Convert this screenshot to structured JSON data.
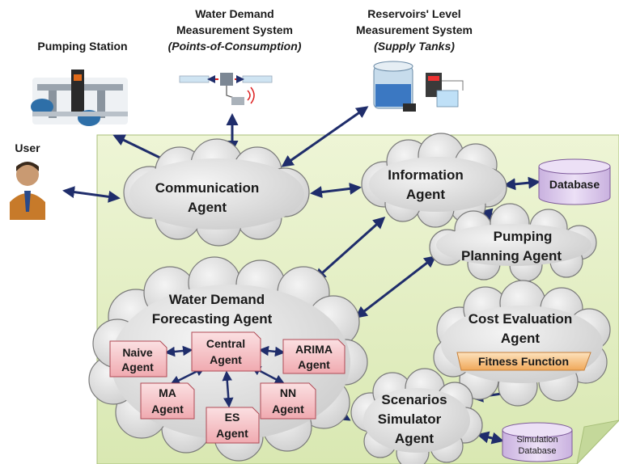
{
  "external": {
    "pumping_station": "Pumping Station",
    "water_demand_system": [
      "Water Demand",
      "Measurement System",
      "(Points-of-Consumption)"
    ],
    "reservoir_system": [
      "Reservoirs' Level",
      "Measurement System",
      "(Supply Tanks)"
    ],
    "user": "User"
  },
  "agents": {
    "communication": [
      "Communication",
      "Agent"
    ],
    "information": [
      "Information",
      "Agent"
    ],
    "database": "Database",
    "pumping_planning": [
      "Pumping",
      "Planning Agent"
    ],
    "forecasting": [
      "Water Demand",
      "Forecasting Agent"
    ],
    "cost_evaluation": [
      "Cost Evaluation",
      "Agent"
    ],
    "fitness_function": "Fitness Function",
    "scenarios_simulator": [
      "Scenarios",
      "Simulator",
      "Agent"
    ],
    "simulation_database": [
      "Simulation",
      "Database"
    ]
  },
  "sub_agents": {
    "naive": [
      "Naive",
      "Agent"
    ],
    "central": [
      "Central",
      "Agent"
    ],
    "arima": [
      "ARIMA",
      "Agent"
    ],
    "ma": [
      "MA",
      "Agent"
    ],
    "es": [
      "ES",
      "Agent"
    ],
    "nn": [
      "NN",
      "Agent"
    ]
  },
  "colors": {
    "panel": "#e6f0c8",
    "cloud": "#dcdcdc",
    "arrow": "#1f2d6b",
    "agent_box": "#f7c8cc",
    "database": "#dcc8ec",
    "fitness": "#f6c88c"
  }
}
